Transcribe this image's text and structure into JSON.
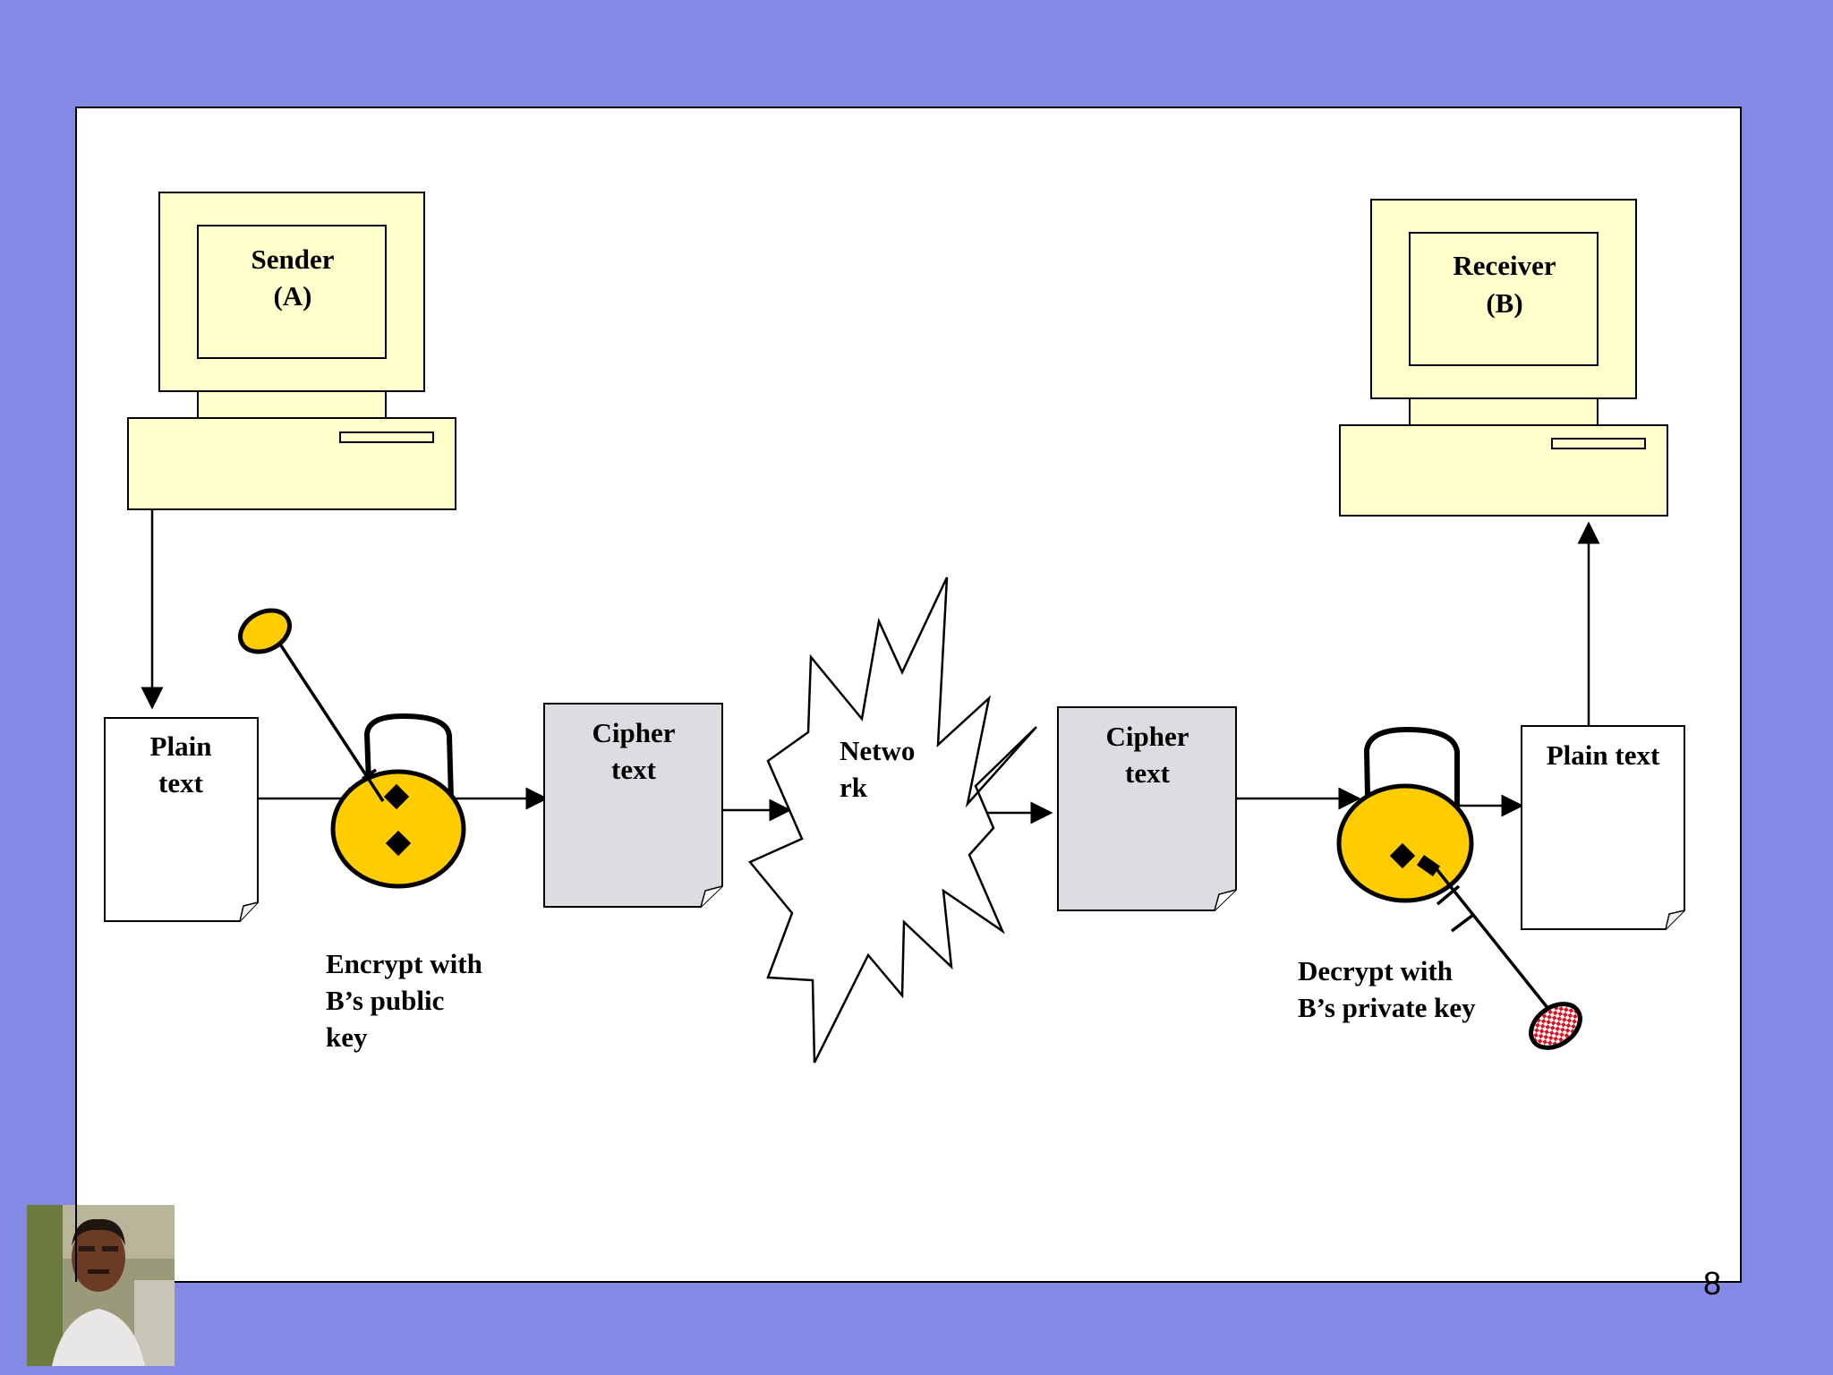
{
  "colors": {
    "background": "#8589e6",
    "panel": "#ffffff",
    "computer_fill": "#ffffcc",
    "document_fill": "#ffffff",
    "cipher_fill": "#dedce0",
    "lock_fill": "#ffcc00",
    "public_key_fill": "#ffcc00",
    "private_key_fill": "#e01020",
    "outline": "#000000"
  },
  "sender": {
    "line1": "Sender",
    "line2": "(A)"
  },
  "receiver": {
    "line1": "Receiver",
    "line2": "(B)"
  },
  "plain_text_left": {
    "line1": "Plain",
    "line2": "text"
  },
  "cipher_text_left": {
    "line1": "Cipher",
    "line2": "text"
  },
  "network": {
    "line1": "Netwo",
    "line2": "rk"
  },
  "cipher_text_right": {
    "line1": "Cipher",
    "line2": "text"
  },
  "plain_text_right": {
    "line1": "Plain text"
  },
  "encrypt_caption": {
    "line1": "Encrypt with",
    "line2": "B’s public",
    "line3": "key"
  },
  "decrypt_caption": {
    "line1": "Decrypt with",
    "line2": "B’s private key"
  },
  "page_number": "8",
  "icons": {
    "public_key": "key-icon",
    "private_key": "key-icon",
    "padlock": "padlock-icon",
    "presenter_photo": "avatar"
  }
}
